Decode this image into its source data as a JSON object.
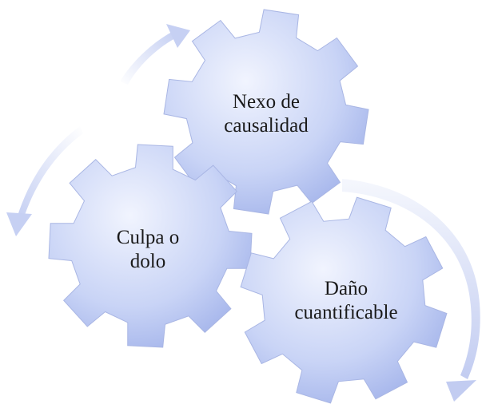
{
  "diagram": {
    "gears": [
      {
        "id": "nexo",
        "label": "Nexo de\ncausalidad"
      },
      {
        "id": "culpa",
        "label": "Culpa o\ndolo"
      },
      {
        "id": "dano",
        "label": "Daño\ncuantificable"
      }
    ],
    "colors": {
      "gear_fill_light": "#eef2fd",
      "gear_fill_dark": "#a4b4eb",
      "gear_stroke": "#a9b6e4",
      "arrow_light": "#f4f6fd",
      "arrow_dark": "#c6d0f3"
    },
    "arrows": [
      {
        "id": "top-arrow",
        "direction": "clockwise"
      },
      {
        "id": "left-arrow",
        "direction": "counterclockwise"
      },
      {
        "id": "right-arrow",
        "direction": "clockwise"
      }
    ]
  }
}
